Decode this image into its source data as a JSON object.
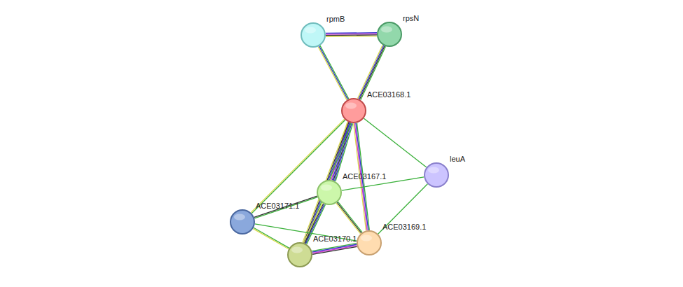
{
  "diagram": {
    "nodes": [
      {
        "text": [
          "rpmB"
        ]
      },
      {
        "text": [
          "rpsN"
        ]
      },
      {
        "text": [
          "ACE03168.1"
        ]
      },
      {
        "text": [
          "leuA"
        ]
      },
      {
        "text": [
          "ACE03167.1"
        ]
      },
      {
        "text": [
          "ACE03171.1"
        ]
      },
      {
        "text": [
          "ACE03170.1"
        ]
      },
      {
        "text": [
          "ACE03169.1"
        ]
      }
    ],
    "edges": [
      {
        "from": 0,
        "to": 1,
        "arrow": "none"
      },
      {
        "from": 0,
        "to": 2,
        "arrow": "none"
      },
      {
        "from": 1,
        "to": 2,
        "arrow": "none"
      },
      {
        "from": 2,
        "to": 3,
        "arrow": "none"
      },
      {
        "from": 2,
        "to": 4,
        "arrow": "none"
      },
      {
        "from": 2,
        "to": 5,
        "arrow": "none"
      },
      {
        "from": 2,
        "to": 6,
        "arrow": "none"
      },
      {
        "from": 2,
        "to": 7,
        "arrow": "none"
      },
      {
        "from": 4,
        "to": 3,
        "arrow": "none"
      },
      {
        "from": 3,
        "to": 7,
        "arrow": "none"
      },
      {
        "from": 4,
        "to": 5,
        "arrow": "none"
      },
      {
        "from": 4,
        "to": 6,
        "arrow": "none"
      },
      {
        "from": 4,
        "to": 7,
        "arrow": "none"
      },
      {
        "from": 5,
        "to": 6,
        "arrow": "none"
      },
      {
        "from": 5,
        "to": 7,
        "arrow": "none"
      },
      {
        "from": 6,
        "to": 7,
        "arrow": "none"
      }
    ]
  }
}
